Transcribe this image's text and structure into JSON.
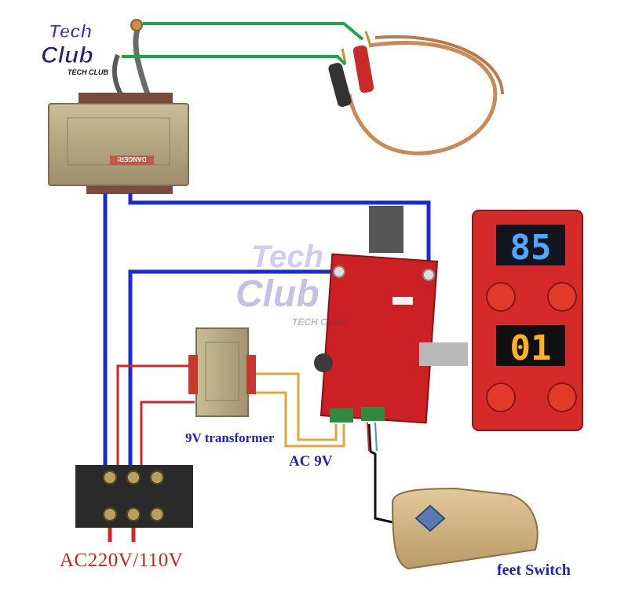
{
  "labels": {
    "transformer": "9V transformer",
    "ac9v": "AC 9V",
    "mains": "AC220V/110V",
    "feet_switch": "feet Switch"
  },
  "display_top": {
    "value": "85",
    "color": "#4fa8ff"
  },
  "display_bottom": {
    "value": "01",
    "color": "#ffb21e"
  },
  "watermark": {
    "line1": "Tech",
    "line2": "Club",
    "sub": "TECH CLUB"
  },
  "transformer_label": "DANGER!",
  "colors": {
    "wire_blue": "#1a2bd6",
    "wire_green": "#18a845",
    "wire_red": "#d42323",
    "wire_orange": "#e0a63a",
    "pcb_red": "#cc2025",
    "panel_red": "#d42a2a",
    "transformer_beige": "#b8a882"
  }
}
